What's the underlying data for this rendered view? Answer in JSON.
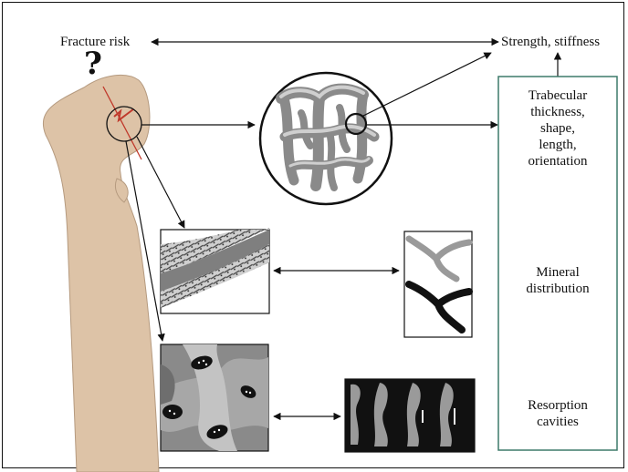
{
  "labels": {
    "fracture_risk": "Fracture risk",
    "strength": "Strength, stiffness",
    "trabecular": [
      "Trabecular",
      "thickness,",
      "shape,",
      "length,",
      "orientation"
    ],
    "mineral": [
      "Mineral",
      "distribution"
    ],
    "resorption": [
      "Resorption",
      "cavities"
    ],
    "question": "?"
  },
  "colors": {
    "bone": "#ddc3a7",
    "bone_stroke": "#b59a7f",
    "box_border": "#3d7a6a",
    "fracture_line": "#c0392b",
    "arrow": "#111111"
  },
  "icons": {
    "question": "question-mark-icon",
    "fracture": "fracture-zigzag-icon"
  }
}
